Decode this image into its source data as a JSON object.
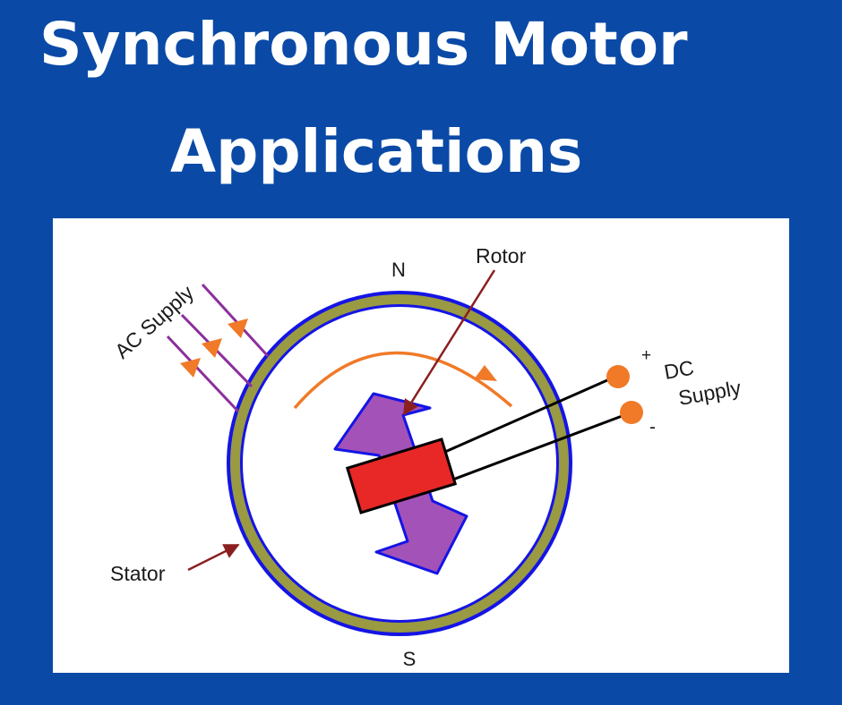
{
  "header": {
    "title_line1": "Synchronous Motor",
    "title_line2": "Applications"
  },
  "diagram": {
    "labels": {
      "north": "N",
      "south": "S",
      "rotor": "Rotor",
      "stator": "Stator",
      "ac_supply": "AC Supply",
      "dc_line1": "DC",
      "dc_line2": "Supply",
      "plus": "+",
      "minus": "-"
    },
    "colors": {
      "background": "#0a4aa6",
      "stator_ring": "#999a42",
      "ring_outline": "#1414e6",
      "rotor_arrow": "#a352b8",
      "rotor_block": "#e82727",
      "terminal": "#f07a28",
      "rotation_arrow": "#f07a28",
      "ac_lines": "#8b2f9c",
      "ac_arrows": "#f07a28",
      "pointer": "#8b1f1f"
    }
  }
}
